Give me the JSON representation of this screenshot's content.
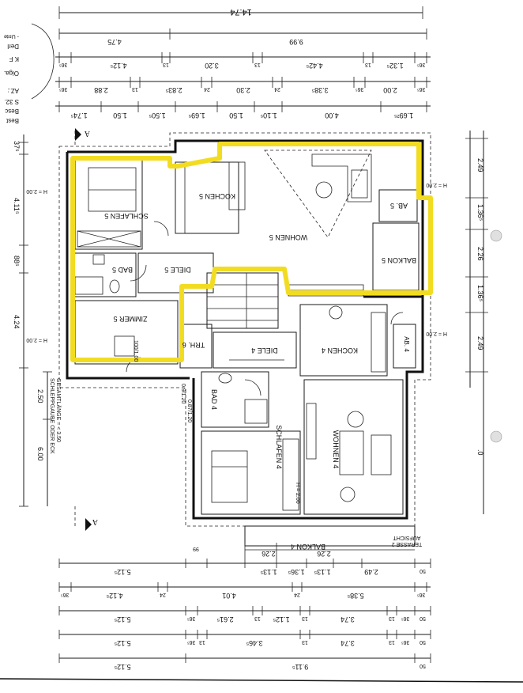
{
  "header": {
    "overall_width": "14.74",
    "corner_text": [
      "Best",
      "Besc",
      "S 32.",
      "AZ.:",
      "Oiga.",
      "K F",
      "Derl",
      "- Unte"
    ]
  },
  "dims_top": {
    "row1": [
      "4.75",
      "9.99"
    ],
    "row2": [
      "36⁵",
      "4.12⁵",
      "13",
      "3.20",
      "13",
      "4.42⁵",
      "13",
      "1.32⁵",
      "36⁵"
    ],
    "row3": [
      "36⁵",
      "2.88",
      "13",
      "2.83⁵",
      "24",
      "2.30",
      "24",
      "3.38⁵",
      "36⁵",
      "2.00",
      "36⁵"
    ],
    "row4": [
      "1.74⁵",
      "1.50",
      "1.50⁵",
      "1.69⁵",
      "1.50",
      "1.10⁵",
      "4.00",
      "1.69²⁵"
    ]
  },
  "dims_left": {
    "top": "37⁵",
    "a": "4.11⁵",
    "b": "88⁵",
    "c": "4.24",
    "d": "2.50",
    "e": "6.00",
    "stair_note_1": "SCHLEPPGAUBE ODER ECK",
    "stair_note_2": "GESAMTLÄNGE = < 3.50"
  },
  "dims_right": {
    "a": "2.49",
    "b": "1.36⁵",
    "c": "2.26",
    "d": "1.36⁵",
    "e": "2.49",
    "f": ".0"
  },
  "dims_bottom": {
    "row1": [
      "5.12⁵",
      "99",
      "2.26",
      "2.26",
      "1.13⁵",
      "1.36⁵",
      "1.13⁵",
      "2.49",
      "50"
    ],
    "row2": [
      "36⁵",
      "4.12⁵",
      "24",
      "4.01",
      "24",
      "5.38⁵",
      "36⁵"
    ],
    "row3": [
      "5.12⁵",
      "36⁵",
      "2.61⁵",
      "13",
      "1.12⁵",
      "13",
      "3.74",
      "13",
      "36⁵",
      "50"
    ],
    "row4": [
      "5.12⁵",
      "36⁵",
      "13",
      "3.46⁵",
      "13",
      "3.74",
      "13",
      "36⁵",
      "50"
    ],
    "row5": [
      "5.12⁵",
      "9.11⁵",
      "50"
    ],
    "terrace_note": "TERASSE 2",
    "aufsicht": "AUFSICHT"
  },
  "section_marks": {
    "top": "A",
    "bottom": "A"
  },
  "rooms": {
    "schlafen5": "SCHLAFEN 5",
    "kochen5": "KOCHEN 5",
    "wohnen5": "WOHNEN 5",
    "ab5": "AB. 5",
    "balkon5": "BALKON 5",
    "bad5": "BAD 5",
    "diele5": "DIELE 5",
    "zimmer5": "ZIMMER 5",
    "treppe6": "TRH. 6",
    "diele4": "DIELE 4",
    "kochen4": "KOCHEN 4",
    "ab4": "AB. 4",
    "bad4": "BAD 4",
    "schlafen4": "SCHLAFEN 4",
    "wohnen4": "WOHNEN 4",
    "balkon4": "BALKON 4"
  },
  "annotations": {
    "h1": "H = 2.00",
    "h2": "H = 2.00",
    "h3": "H = 2.00",
    "h4": "H = 2.00",
    "window1": "100/1.00",
    "window2": "0.9/1.20",
    "window3": "0.87/1.20",
    "h_inner": "H = 2.00"
  },
  "colors": {
    "highlight": "#f2dc22",
    "ink": "#111111"
  }
}
